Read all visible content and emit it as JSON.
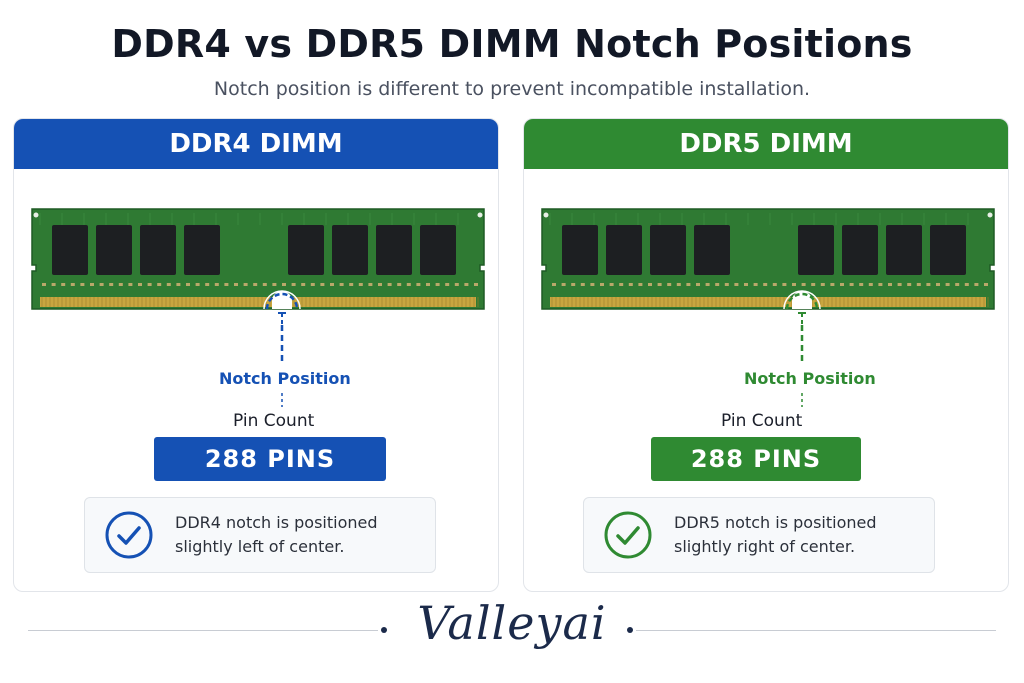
{
  "header": {
    "title": "DDR4 vs DDR5 DIMM Notch Positions",
    "subtitle": "Notch position is different to prevent incompatible installation."
  },
  "panels": [
    {
      "title": "DDR4 DIMM",
      "notch_label": "Notch Position",
      "pin_count_label": "Pin Count",
      "pin_count": "288  PINS",
      "note": "DDR4 notch is positioned slightly left of center.",
      "accent": "#1551b4",
      "check_icon": "check-circle-icon"
    },
    {
      "title": "DDR5 DIMM",
      "notch_label": "Notch Position",
      "pin_count_label": "Pin Count",
      "pin_count": "288 PINS",
      "note": "DDR5 notch is positioned slightly right of center.",
      "accent": "#2f8a32",
      "check_icon": "check-circle-icon"
    }
  ],
  "footer": {
    "brand": "Valleyai"
  },
  "colors": {
    "pcb": "#2f7a33",
    "pcb_dark": "#1f5a24",
    "chip": "#1d1f22",
    "gold": "#c9a640"
  }
}
